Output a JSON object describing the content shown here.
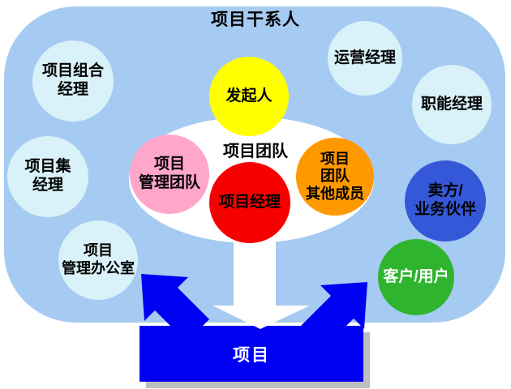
{
  "diagram": {
    "title": "项目干系人",
    "team": {
      "label": "项目团队",
      "ellipse_color": "#FFFFFF",
      "members": [
        {
          "id": "sponsor",
          "label": "发起人",
          "color": "#FFFF00",
          "text_color": "#000000"
        },
        {
          "id": "pm-team",
          "label": "项目\n管理团队",
          "color": "#FFA6CB",
          "text_color": "#000000"
        },
        {
          "id": "project-manager",
          "label": "项目经理",
          "color": "#F60000",
          "text_color": "#000000"
        },
        {
          "id": "other-members",
          "label": "项目\n团队\n其他成员",
          "color": "#FF9900",
          "text_color": "#000000"
        }
      ]
    },
    "stakeholders": [
      {
        "id": "portfolio-manager",
        "label": "项目组合\n经理",
        "color": "#D9F1F8",
        "text_color": "#000000"
      },
      {
        "id": "program-manager",
        "label": "项目集\n经理",
        "color": "#D9F1F8",
        "text_color": "#000000"
      },
      {
        "id": "pmo",
        "label": "项目\n管理办公室",
        "color": "#D9F1F8",
        "text_color": "#000000"
      },
      {
        "id": "operations-manager",
        "label": "运营经理",
        "color": "#D9F1F8",
        "text_color": "#000000"
      },
      {
        "id": "functional-manager",
        "label": "职能经理",
        "color": "#D9F1F8",
        "text_color": "#000000"
      },
      {
        "id": "seller-partner",
        "label": "卖方/\n业务伙伴",
        "color": "#3558D8",
        "text_color": "#000000"
      },
      {
        "id": "customer-user",
        "label": "客户/用户",
        "color": "#2EB42E",
        "text_color": "#FFFFFF"
      }
    ],
    "project_box": {
      "label": "项目",
      "color": "#0000F2",
      "text_color": "#FFFFFF",
      "shadow_color": "#BEBEBE"
    },
    "colors": {
      "background": "#A6CBF2",
      "page": "#FFFFFF",
      "arrow_white": "#FFFFFF",
      "arrow_blue": "#0000F2"
    }
  }
}
